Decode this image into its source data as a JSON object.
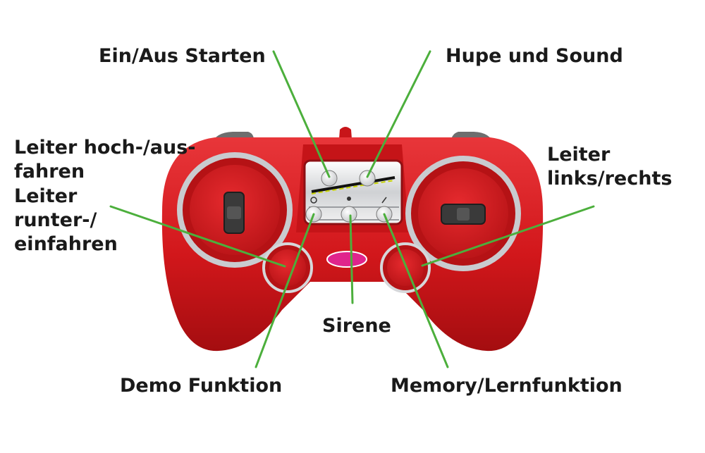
{
  "labels": {
    "ein_aus": "Ein/Aus Starten",
    "hupe": "Hupe und Sound",
    "links_rechts_1": "Leiter",
    "links_rechts_2": "links/rechts",
    "hoch_1": "Leiter hoch-/aus-",
    "hoch_2": "fahren",
    "runter_1": "Leiter",
    "runter_2": "runter-/",
    "runter_3": "einfahren",
    "sirene": "Sirene",
    "demo": "Demo Funktion",
    "memory": "Memory/Lernfunktion"
  },
  "colors": {
    "body_red": "#d8181c",
    "dark_red": "#a50f12",
    "leader_green": "#4caf3c",
    "silver": "#c9cbcf",
    "label_text": "#1a1a1a"
  }
}
